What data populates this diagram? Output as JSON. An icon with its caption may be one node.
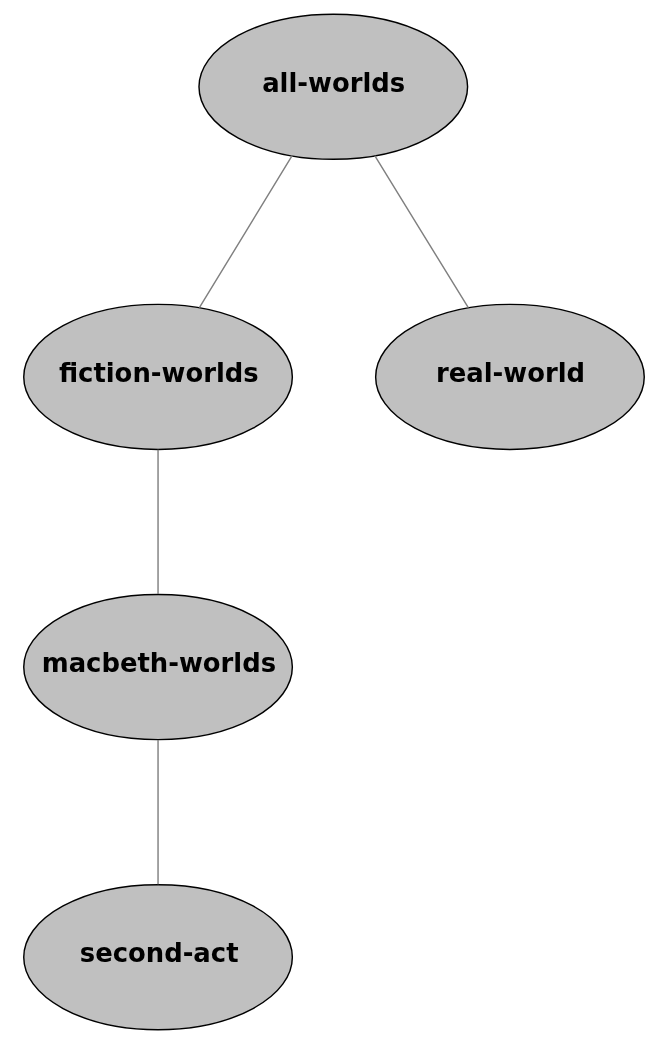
{
  "diagram": {
    "nodes": [
      {
        "text": [
          "all-worlds"
        ]
      },
      {
        "text": [
          "fiction-worlds"
        ]
      },
      {
        "text": [
          "real-world"
        ]
      },
      {
        "text": [
          "macbeth-worlds"
        ]
      },
      {
        "text": [
          "second-act"
        ]
      }
    ],
    "edges": [
      {
        "from": 0,
        "to": 1,
        "arrow": "none"
      },
      {
        "from": 0,
        "to": 2,
        "arrow": "none"
      },
      {
        "from": 1,
        "to": 3,
        "arrow": "none"
      },
      {
        "from": 3,
        "to": 4,
        "arrow": "none"
      }
    ]
  }
}
